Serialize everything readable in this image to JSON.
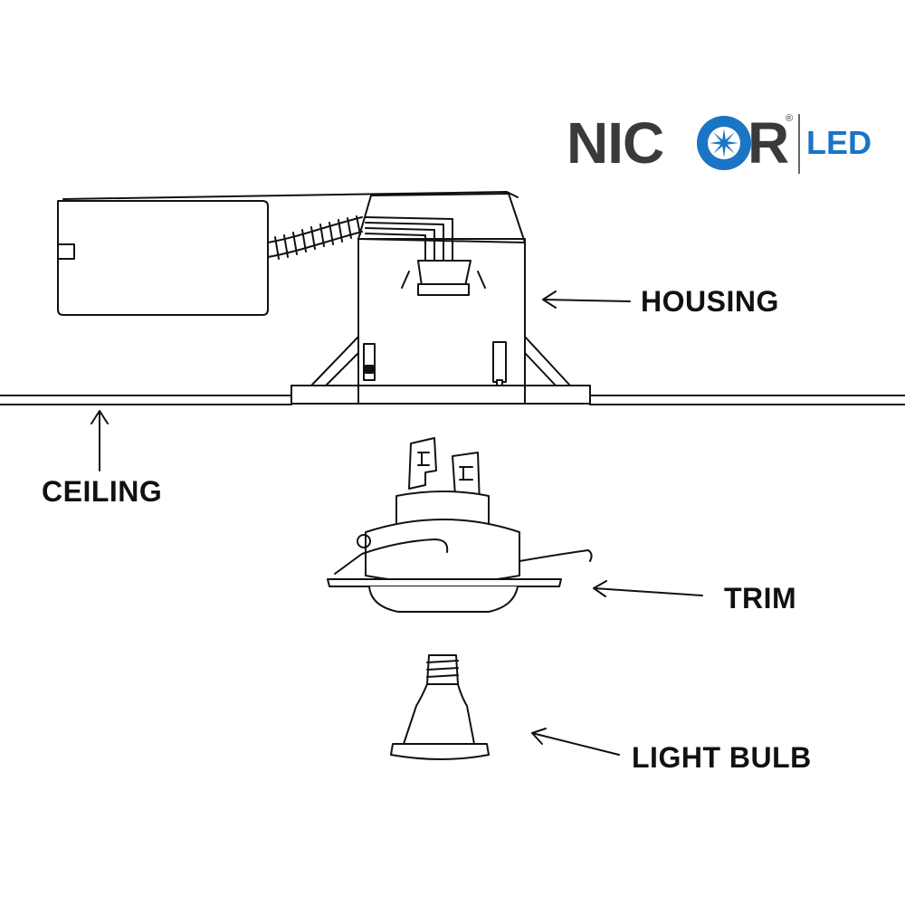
{
  "logo": {
    "brand_prefix": "NIC",
    "brand_suffix": "R",
    "brand_mark": "®",
    "product_line": "LED",
    "colors": {
      "wordmark": "#3a3a3a",
      "accent": "#1a75c4",
      "divider": "#666666"
    },
    "icon": "starburst-icon"
  },
  "labels": {
    "housing": "HOUSING",
    "ceiling": "CEILING",
    "trim": "TRIM",
    "light_bulb": "LIGHT BULB"
  },
  "colors": {
    "line": "#111111",
    "background": "#ffffff"
  }
}
